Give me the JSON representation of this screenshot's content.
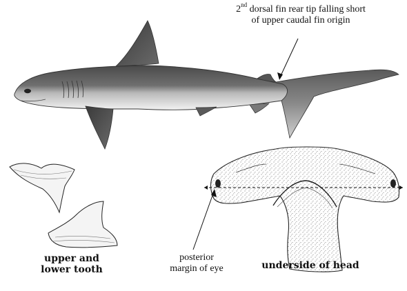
{
  "annotations": {
    "dorsal_fin_note": {
      "ordinal": "2",
      "ordinal_suffix": "nd",
      "line1_rest": " dorsal fin rear tip falling short",
      "line2": "of upper caudal fin origin"
    },
    "eye_note": {
      "line1": "posterior",
      "line2": "margin of eye"
    }
  },
  "captions": {
    "teeth": {
      "line1": "upper and",
      "line2": "lower tooth"
    },
    "head": "underside of head"
  }
}
